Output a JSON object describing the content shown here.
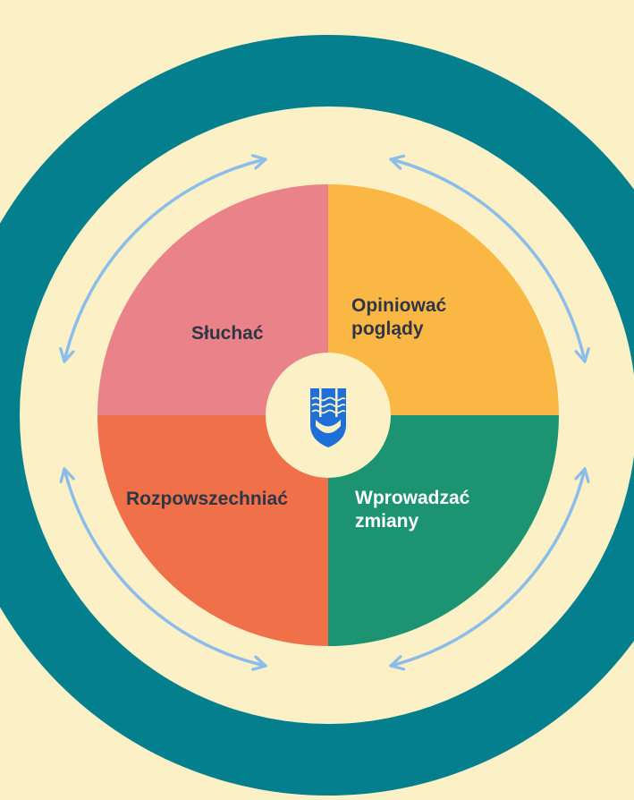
{
  "colors": {
    "background": "#FBF0C6",
    "outer_ring": "#047F8E",
    "arrows": "#8CBDEA",
    "logo": "#1F6FD9"
  },
  "center": {
    "icon": "shield-logo-icon"
  },
  "segments": [
    {
      "id": "sluchac",
      "line1": "Słuchać",
      "line2": "",
      "color": "#E98389",
      "text_color": "#2E3544"
    },
    {
      "id": "opiniowac",
      "line1": "Opiniować",
      "line2": "poglądy",
      "color": "#FBB744",
      "text_color": "#2E3544"
    },
    {
      "id": "wprowadzac",
      "line1": "Wprowadzać",
      "line2": "zmiany",
      "color": "#1C9471",
      "text_color": "#FFFFFF"
    },
    {
      "id": "rozpowszechniac",
      "line1": "Rozpowszechniać",
      "line2": "",
      "color": "#F0704A",
      "text_color": "#2E3544"
    }
  ],
  "cycle_arrows": [
    "top-left",
    "top-right",
    "right-upper",
    "right-lower",
    "bottom-right",
    "bottom-left",
    "left-lower",
    "left-upper"
  ]
}
